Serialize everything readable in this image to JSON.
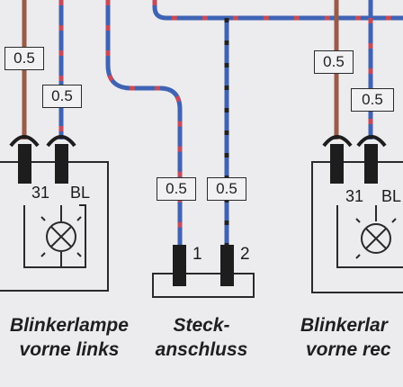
{
  "components": {
    "left_lamp": {
      "name_line1": "Blinkerlampe",
      "name_line2": "vorne links",
      "terminal_31": "31",
      "terminal_bl": "BL",
      "wire_size_a": "0.5",
      "wire_size_b": "0.5"
    },
    "connector": {
      "name_line1": "Steck-",
      "name_line2": "anschluss",
      "pin_1": "1",
      "pin_2": "2",
      "wire_size_1": "0.5",
      "wire_size_2": "0.5"
    },
    "right_lamp": {
      "name_line1": "Blinkerlar",
      "name_line2": "vorne rec",
      "terminal_31": "31",
      "terminal_bl": "BL",
      "wire_size_a": "0.5",
      "wire_size_b": "0.5"
    }
  },
  "colors": {
    "background": "#ecebee",
    "wire_brown": "#9a5a48",
    "wire_blue": "#3f63b4",
    "tracer_red": "#c64a5a",
    "tracer_black": "#222222",
    "outline": "#2a2a2a"
  }
}
